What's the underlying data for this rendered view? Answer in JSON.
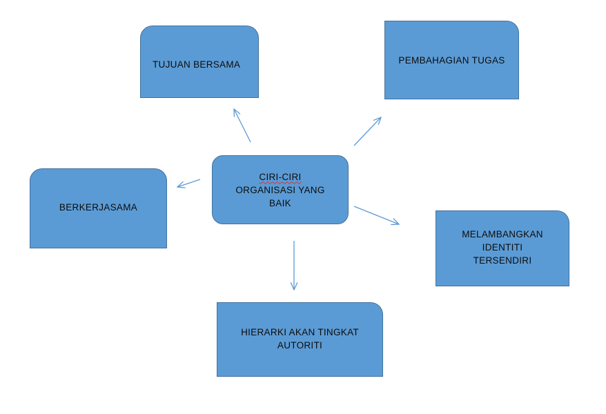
{
  "diagram": {
    "center": {
      "lines": [
        "CIRI-CIRI",
        "ORGANISASI YANG",
        "BAIK"
      ]
    },
    "nodes": {
      "tujuan": "TUJUAN BERSAMA",
      "pembahagian": "PEMBAHAGIAN TUGAS",
      "berkerjasama": "BERKERJASAMA",
      "melambangkan": [
        "MELAMBANGKAN",
        "IDENTITI",
        "TERSENDIRI"
      ],
      "hierarki": [
        "HIERARKI AKAN TINGKAT",
        "AUTORITI"
      ]
    },
    "colors": {
      "box_fill": "#5b9bd5",
      "box_border": "#41719c",
      "arrow": "#5b9bd5",
      "spellcheck_underline": "#e03030"
    }
  }
}
